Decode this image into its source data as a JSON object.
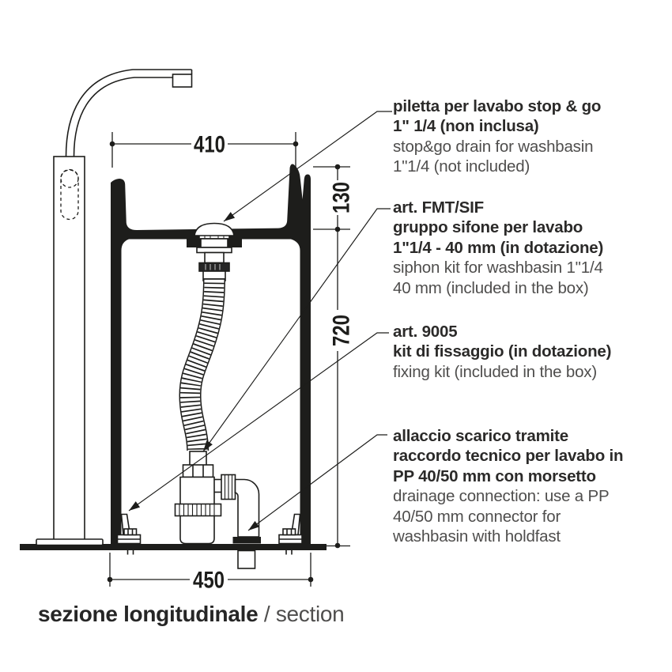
{
  "dimensions": {
    "basin_top_width": "410",
    "basin_rim_depth": "130",
    "pedestal_height": "720",
    "base_width": "450"
  },
  "annotations": [
    {
      "name": "drain-plug-note",
      "it": [
        "piletta per lavabo stop & go",
        "1\" 1/4 (non inclusa)"
      ],
      "en": [
        "stop&go drain for washbasin",
        "1\"1/4 (not included)"
      ]
    },
    {
      "name": "siphon-kit-note",
      "it": [
        "art. FMT/SIF",
        "gruppo sifone per lavabo",
        "1\"1/4 - 40 mm (in dotazione)"
      ],
      "en": [
        "siphon kit for washbasin 1\"1/4",
        "40 mm (included in the box)"
      ]
    },
    {
      "name": "fixing-kit-note",
      "it": [
        "art. 9005",
        "kit di fissaggio (in dotazione)"
      ],
      "en": [
        "fixing kit (included in the box)"
      ]
    },
    {
      "name": "drainage-connection-note",
      "it": [
        "allaccio scarico tramite",
        "raccordo tecnico per lavabo in",
        "PP 40/50 mm con morsetto"
      ],
      "en": [
        "drainage connection: use a PP",
        "40/50 mm connector for",
        "washbasin with holdfast"
      ]
    }
  ],
  "caption": {
    "it": "sezione longitudinale",
    "en": " / section"
  },
  "colors": {
    "ink": "#1d1d1b",
    "text_primary": "#2b2a29",
    "text_secondary": "#4f4e4d",
    "background": "#ffffff"
  }
}
